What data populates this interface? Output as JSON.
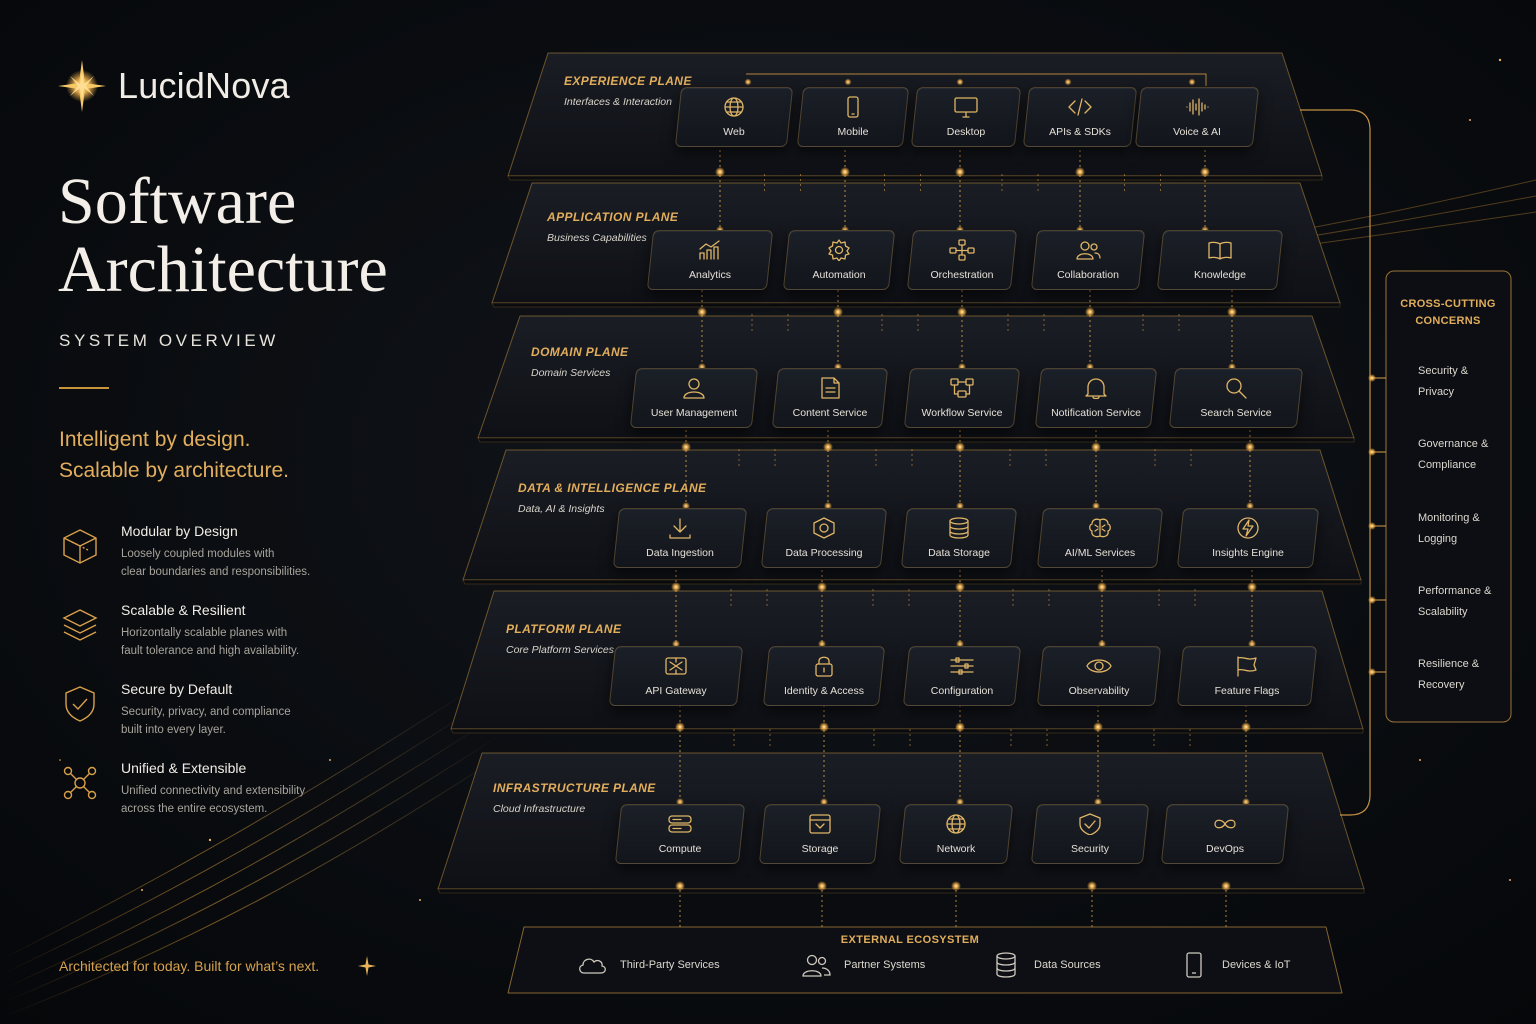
{
  "brand": {
    "name": "LucidNova",
    "logo_icon": "star-burst-icon"
  },
  "hero": {
    "title_line1": "Software",
    "title_line2": "Architecture",
    "subtitle": "SYSTEM OVERVIEW",
    "tagline_line1": "Intelligent by design.",
    "tagline_line2": "Scalable by architecture."
  },
  "features": [
    {
      "icon": "cube-icon",
      "title": "Modular by Design",
      "desc_line1": "Loosely coupled modules with",
      "desc_line2": "clear boundaries and responsibilities."
    },
    {
      "icon": "layers-icon",
      "title": "Scalable & Resilient",
      "desc_line1": "Horizontally scalable planes with",
      "desc_line2": "fault tolerance and high availability."
    },
    {
      "icon": "shield-check-icon",
      "title": "Secure by Default",
      "desc_line1": "Security, privacy, and compliance",
      "desc_line2": "built into every layer."
    },
    {
      "icon": "network-nodes-icon",
      "title": "Unified & Extensible",
      "desc_line1": "Unified connectivity and extensibility",
      "desc_line2": "across the entire ecosystem."
    }
  ],
  "footer_note": "Architected for today. Built for what’s next.",
  "planes": [
    {
      "title": "EXPERIENCE PLANE",
      "subtitle": "Interfaces & Interaction",
      "cards": [
        {
          "label": "Web",
          "icon": "globe-icon"
        },
        {
          "label": "Mobile",
          "icon": "mobile-icon"
        },
        {
          "label": "Desktop",
          "icon": "desktop-icon"
        },
        {
          "label": "APIs & SDKs",
          "icon": "code-icon"
        },
        {
          "label": "Voice & AI",
          "icon": "waveform-icon"
        }
      ]
    },
    {
      "title": "APPLICATION PLANE",
      "subtitle": "Business Capabilities",
      "cards": [
        {
          "label": "Analytics",
          "icon": "analytics-icon"
        },
        {
          "label": "Automation",
          "icon": "gear-icon"
        },
        {
          "label": "Orchestration",
          "icon": "orchestration-icon"
        },
        {
          "label": "Collaboration",
          "icon": "people-icon"
        },
        {
          "label": "Knowledge",
          "icon": "book-icon"
        }
      ]
    },
    {
      "title": "DOMAIN PLANE",
      "subtitle": "Domain Services",
      "cards": [
        {
          "label": "User Management",
          "icon": "user-icon"
        },
        {
          "label": "Content Service",
          "icon": "document-icon"
        },
        {
          "label": "Workflow Service",
          "icon": "workflow-icon"
        },
        {
          "label": "Notification Service",
          "icon": "bell-icon"
        },
        {
          "label": "Search Service",
          "icon": "search-icon"
        }
      ]
    },
    {
      "title": "DATA & INTELLIGENCE PLANE",
      "subtitle": "Data, AI & Insights",
      "cards": [
        {
          "label": "Data Ingestion",
          "icon": "download-icon"
        },
        {
          "label": "Data Processing",
          "icon": "processing-icon"
        },
        {
          "label": "Data Storage",
          "icon": "database-icon"
        },
        {
          "label": "AI/ML Services",
          "icon": "brain-icon"
        },
        {
          "label": "Insights Engine",
          "icon": "bolt-icon"
        }
      ]
    },
    {
      "title": "PLATFORM PLANE",
      "subtitle": "Core Platform Services",
      "cards": [
        {
          "label": "API Gateway",
          "icon": "gateway-icon"
        },
        {
          "label": "Identity & Access",
          "icon": "lock-icon"
        },
        {
          "label": "Configuration",
          "icon": "sliders-icon"
        },
        {
          "label": "Observability",
          "icon": "eye-icon"
        },
        {
          "label": "Feature Flags",
          "icon": "flag-icon"
        }
      ]
    },
    {
      "title": "INFRASTRUCTURE PLANE",
      "subtitle": "Cloud Infrastructure",
      "cards": [
        {
          "label": "Compute",
          "icon": "server-icon"
        },
        {
          "label": "Storage",
          "icon": "storage-box-icon"
        },
        {
          "label": "Network",
          "icon": "globe-icon"
        },
        {
          "label": "Security",
          "icon": "shield-check-icon"
        },
        {
          "label": "DevOps",
          "icon": "infinity-icon"
        }
      ]
    }
  ],
  "cross_cutting": {
    "title_line1": "CROSS-CUTTING",
    "title_line2": "CONCERNS",
    "items": [
      {
        "line1": "Security &",
        "line2": "Privacy"
      },
      {
        "line1": "Governance &",
        "line2": "Compliance"
      },
      {
        "line1": "Monitoring &",
        "line2": "Logging"
      },
      {
        "line1": "Performance &",
        "line2": "Scalability"
      },
      {
        "line1": "Resilience &",
        "line2": "Recovery"
      }
    ]
  },
  "external": {
    "title": "EXTERNAL ECOSYSTEM",
    "items": [
      {
        "label": "Third-Party Services",
        "icon": "cloud-icon"
      },
      {
        "label": "Partner Systems",
        "icon": "people-icon"
      },
      {
        "label": "Data Sources",
        "icon": "database-icon"
      },
      {
        "label": "Devices & IoT",
        "icon": "mobile-icon"
      }
    ]
  },
  "colors": {
    "background": "#07090d",
    "accent_gold": "#e2ae5c",
    "glow": "#ffc15a",
    "card": "#161a21"
  }
}
